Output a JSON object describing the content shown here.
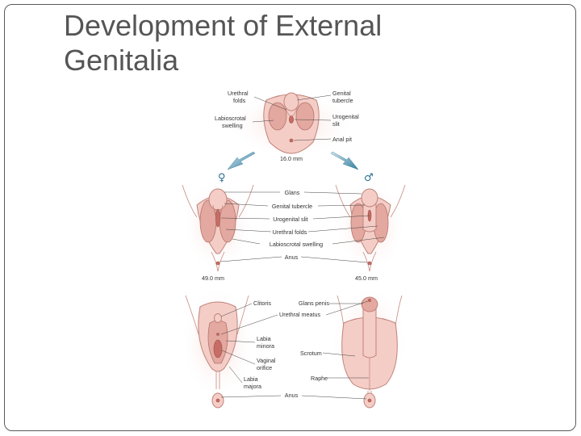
{
  "slide": {
    "title_line1": "Development of External",
    "title_line2": "Genitalia"
  },
  "diagram": {
    "stage1": {
      "size": "16.0 mm",
      "labels": {
        "urethral_folds": [
          "Urethral",
          "folds"
        ],
        "labioscrotal_swelling": [
          "Labioscrotal",
          "swelling"
        ],
        "genital_tubercle": [
          "Genital",
          "tubercle"
        ],
        "urogenital_slit": [
          "Urogenital",
          "slit"
        ],
        "anal_pit": "Anal pit"
      }
    },
    "female_symbol": "♀",
    "male_symbol": "♂",
    "stage2": {
      "female_size": "49.0 mm",
      "male_size": "45.0 mm",
      "labels": {
        "glans": "Glans",
        "genital_tubercle": "Genital tubercle",
        "urogenital_slit": "Urogenital slit",
        "urethral_folds": "Urethral folds",
        "labioscrotal_swelling": "Labioscrotal swelling",
        "anus": "Anus"
      }
    },
    "stage3": {
      "labels": {
        "clitoris": "Clitoris",
        "glans_penis": "Glans penis",
        "urethral_meatus": "Urethral meatus",
        "labia_minora": [
          "Labia",
          "minora"
        ],
        "vaginal_orifice": [
          "Vaginal",
          "orifice"
        ],
        "labia_majora": [
          "Labia",
          "majora"
        ],
        "scrotum": "Scrotum",
        "raphe": "Raphe",
        "anus": "Anus"
      }
    }
  }
}
